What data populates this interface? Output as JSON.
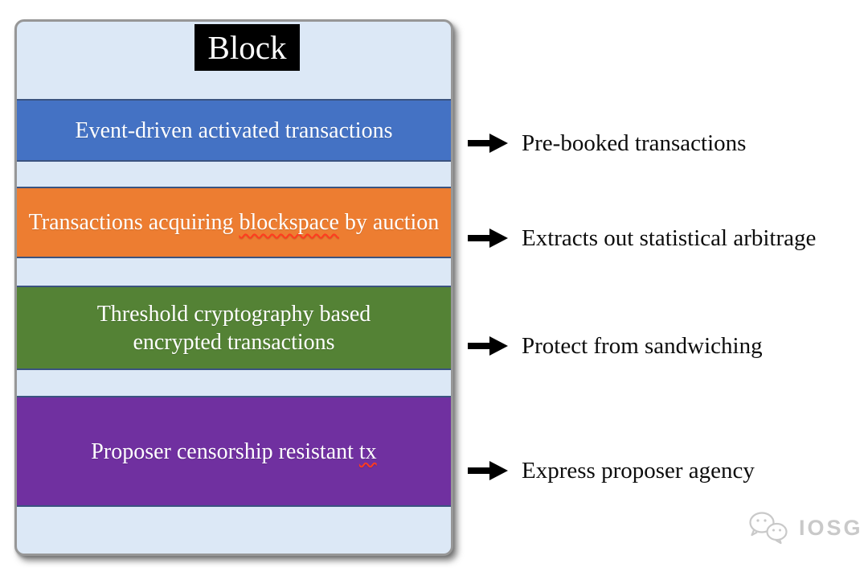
{
  "diagram": {
    "block_title": "Block",
    "rows": [
      {
        "pre": "Event-driven activated transactions",
        "squiggly": "",
        "post": "",
        "color": "#4472c4",
        "annotation": "Pre-booked transactions"
      },
      {
        "pre": "Transactions acquiring ",
        "squiggly": "blockspace",
        "post": " by auction",
        "color": "#ed7d31",
        "annotation": "Extracts out statistical arbitrage"
      },
      {
        "pre": "Threshold cryptography based encrypted transactions",
        "squiggly": "",
        "post": "",
        "color": "#548235",
        "annotation": "Protect from sandwiching"
      },
      {
        "pre": "Proposer censorship resistant ",
        "squiggly": "tx",
        "post": "",
        "color": "#7030a0",
        "annotation": "Express proposer agency"
      }
    ],
    "colors": {
      "container_bg": "#dce8f6",
      "container_border": "#979797",
      "band_border": "#3a5380",
      "block_bg": "#000000",
      "block_text": "#ffffff",
      "band_text": "#ffffff",
      "annotation_text": "#0d0d0d",
      "squiggle": "#ff3b1f",
      "arrow": "#000000",
      "watermark": "#c9c9c9"
    }
  },
  "watermark": {
    "brand": "IOSG",
    "icon": "wechat-icon"
  }
}
